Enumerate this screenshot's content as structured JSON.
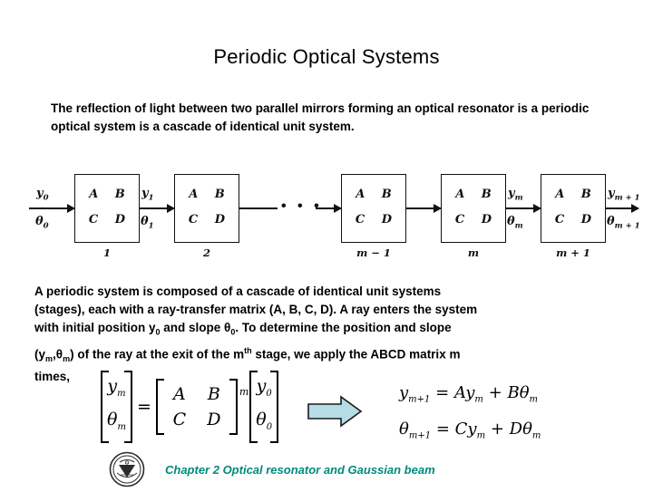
{
  "slide": {
    "title": "Periodic Optical Systems",
    "intro": "The reflection of light between two parallel mirrors  forming an optical resonator is a periodic optical system is a cascade of identical unit system."
  },
  "diagram": {
    "name": "cascade-of-identical-unit-systems",
    "matrix_row_1": "A B",
    "matrix_row_2": "C D",
    "ellipsis": "• • •",
    "stages": [
      {
        "index_label": "1",
        "matrix_row_1": "A B",
        "matrix_row_2": "C D"
      },
      {
        "index_label": "2",
        "matrix_row_1": "A B",
        "matrix_row_2": "C D"
      },
      {
        "index_label": "m − 1",
        "matrix_row_1": "A B",
        "matrix_row_2": "C D"
      },
      {
        "index_label": "m",
        "matrix_row_1": "A B",
        "matrix_row_2": "C D"
      },
      {
        "index_label": "m + 1",
        "matrix_row_1": "A B",
        "matrix_row_2": "C D"
      }
    ],
    "ray_labels": {
      "input_position": "y",
      "input_position_sub": "0",
      "input_slope": "θ",
      "input_slope_sub": "0",
      "stage1_position": "y",
      "stage1_position_sub": "1",
      "stage1_slope": "θ",
      "stage1_slope_sub": "1",
      "stagem_position": "y",
      "stagem_position_sub": "m",
      "stagem_slope": "θ",
      "stagem_slope_sub": "m",
      "output_position": "y",
      "output_position_sub": "m + 1",
      "output_slope": "θ",
      "output_slope_sub": "m + 1"
    }
  },
  "body": {
    "line1": "A periodic system is composed of a cascade of identical unit systems",
    "line2_a": "(stages), each with a ray-transfer matrix (A, B, C, D). A ray enters the system",
    "line3_a": "with initial position y",
    "line3_sub1": "0",
    "line3_b": " and slope θ",
    "line3_sub2": "0",
    "line3_c": ". To determine the position and slope",
    "line4_a": "(y",
    "line4_sub1": "m",
    "line4_b": ",θ",
    "line4_sub2": "m",
    "line4_c": ") of the ray at the exit of the m",
    "line4_sup": "th",
    "line4_d": " stage, we apply the ABCD matrix m",
    "line5": "times,"
  },
  "equations": {
    "matrix": {
      "lhs_row1_var": "y",
      "lhs_row1_sub": "m",
      "lhs_row2_var": "θ",
      "lhs_row2_sub": "m",
      "equals": "=",
      "m_row1_c1": "A",
      "m_row1_c2": "B",
      "m_row2_c1": "C",
      "m_row2_c2": "D",
      "exponent": "m",
      "rhs_row1_var": "y",
      "rhs_row1_sub": "0",
      "rhs_row2_var": "θ",
      "rhs_row2_sub": "0"
    },
    "results": {
      "eq1_lhs": "y",
      "eq1_lhs_sub": "m+1",
      "eq1_eq": "=",
      "eq1_t1": "Ay",
      "eq1_t1_sub": "m",
      "eq1_plus": "+",
      "eq1_t2": "Bθ",
      "eq1_t2_sub": "m",
      "eq2_lhs": "θ",
      "eq2_lhs_sub": "m+1",
      "eq2_eq": "=",
      "eq2_t1": "Cy",
      "eq2_t1_sub": "m",
      "eq2_plus": "+",
      "eq2_t2": "Dθ",
      "eq2_t2_sub": "m"
    },
    "arrow_icon": "right-arrow-icon",
    "arrow_fill": "#b6dce5",
    "arrow_stroke": "#1a1a1a"
  },
  "footer": {
    "logo_icon": "university-seal-logo",
    "text": "Chapter 2  Optical resonator and Gaussian beam",
    "color": "#00897B"
  }
}
